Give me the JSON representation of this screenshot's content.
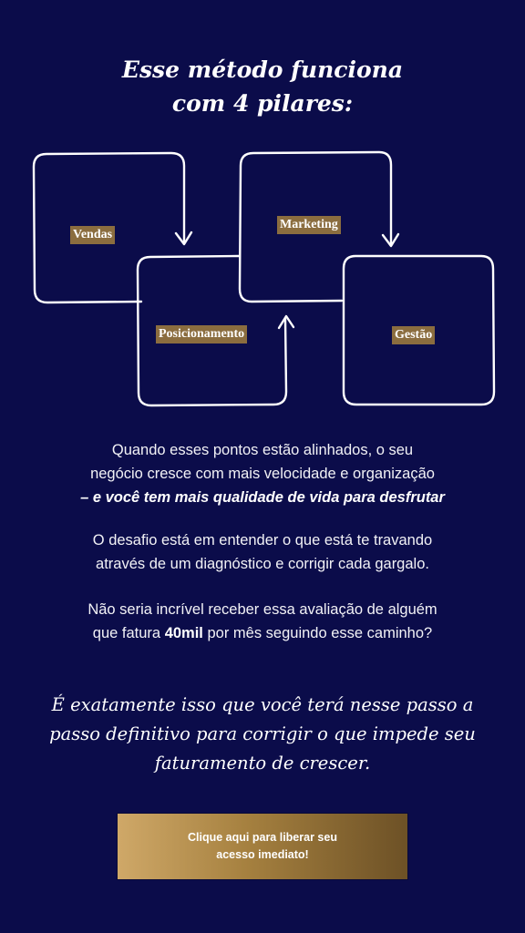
{
  "heading": {
    "line1": "Esse método funciona",
    "line2": "com 4 pilares:"
  },
  "pillars": {
    "vendas": "Vendas",
    "posicionamento": "Posicionamento",
    "marketing": "Marketing",
    "gestao": "Gestão"
  },
  "paragraphs": {
    "p1_line1": "Quando esses pontos estão alinhados, o seu",
    "p1_line2": "negócio cresce com mais velocidade e organização",
    "p1_line3": "– e você tem mais qualidade de vida para desfrutar",
    "p2_line1": "O desafio está em entender o que está te travando",
    "p2_line2": "através de um diagnóstico e corrigir cada gargalo.",
    "p3_line1": "Não seria incrível receber essa avaliação de alguém",
    "p3_line2_start": "que fatura ",
    "p3_line2_bold": "40mil",
    "p3_line2_end": " por mês seguindo esse caminho?"
  },
  "quote": {
    "line1": "É exatamente isso que você terá nesse passo a",
    "line2": "passo definitivo para corrigir o que impede seu",
    "line3": "faturamento de crescer."
  },
  "cta": {
    "line1": "Clique aqui para liberar seu",
    "line2": "acesso imediato!"
  },
  "colors": {
    "background": "#0b0c4a",
    "label_background": "#8b6d3f",
    "button_gold_light": "#cfa868",
    "button_gold_dark": "#6d5126"
  }
}
